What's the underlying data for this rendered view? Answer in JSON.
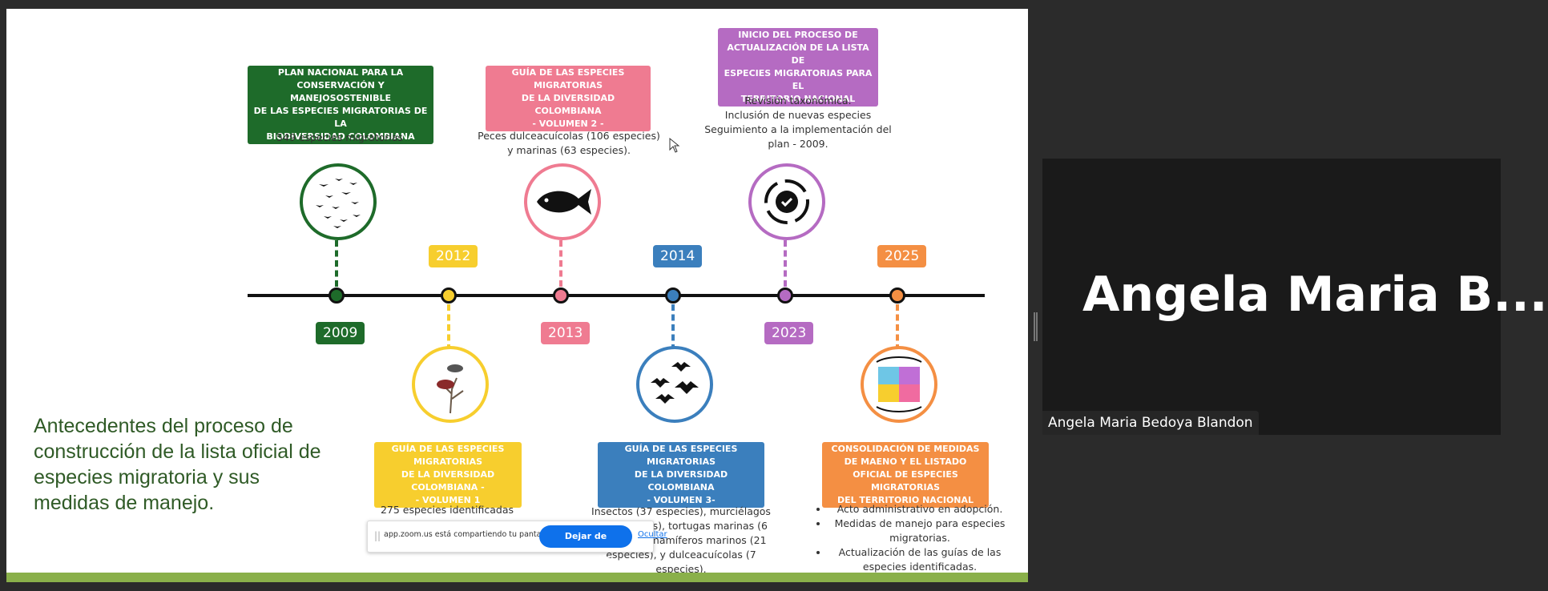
{
  "slide": {
    "title": "Antecedentes del proceso de construcción de la lista oficial de especies migratoria y sus medidas de manejo.",
    "colors": {
      "green": "#1e6b2a",
      "yellow": "#f7ce2e",
      "pink": "#ef7b91",
      "blue": "#3b7fbd",
      "purple": "#b56bc2",
      "orange": "#f48f43"
    },
    "milestones": [
      {
        "year": "2009",
        "box": "PLAN NACIONAL PARA LA\nCONSERVACIÓN Y MANEJOSOSTENIBLE\nDE LAS ESPECIES MIGRATORIAS DE LA\nBIODIVERSIDAD COLOMBIANA",
        "desc": "549 especies migratorias",
        "icon": "birds-flock-icon"
      },
      {
        "year": "2012",
        "box": "GUÍA DE LAS ESPECIES\nMIGRATORIAS\nDE LA DIVERSIDAD COLOMBIANA -\n- VOLUMEN 1",
        "desc": "275 especies identificadas",
        "icon": "birds-on-branch-icon"
      },
      {
        "year": "2013",
        "box": "GUÍA DE LAS ESPECIES\nMIGRATORIAS\nDE LA DIVERSIDAD COLOMBIANA\n- VOLUMEN 2 -",
        "desc": "Peces dulceacuícolas (106 especies)\ny marinas (63 especies).",
        "icon": "fish-icon"
      },
      {
        "year": "2014",
        "box": "GUÍA DE LAS ESPECIES\nMIGRATORIAS\nDE LA DIVERSIDAD COLOMBIANA\n- VOLUMEN 3-",
        "desc": "Insectos (37 especies), murciélagos\n(30 especies), tortugas marinas (6\nespecies), mamíferos marinos (21\nespecies), y dulceacuícolas (7\nespecies).",
        "icon": "bats-icon"
      },
      {
        "year": "2023",
        "box": "INICIO DEL PROCESO DE\nACTUALIZACIÓN DE  LA LISTA DE\nESPECIES MIGRATORIAS PARA EL\nTERRITORIO NACIONAL",
        "desc": "Revisión taxonómica.\nInclusión de nuevas especies\nSeguimiento a la implementación del\nplan - 2009.",
        "icon": "gear-cycle-icon"
      },
      {
        "year": "2025",
        "box": "CONSOLIDACIÓN DE MEDIDAS\nDE MAENO Y EL LISTADO\nOFICIAL DE ESPECIES MIGRATORIAS\nDEL TERRITORIO NACIONAL",
        "bullets": [
          "Acto administrativo en adopción.",
          "Medidas de manejo para especies migratorias.",
          "Actualización de las guías de las especies identificadas."
        ],
        "icon": "puzzle-icon"
      }
    ]
  },
  "share_bar": {
    "message": "app.zoom.us está compartiendo tu pantalla.",
    "stop_label": "Dejar de compartir",
    "hide_label": "Ocultar",
    "grip": "||"
  },
  "participant": {
    "display_name": "Angela Maria B...",
    "name_tag": "Angela Maria Bedoya Blandon"
  }
}
